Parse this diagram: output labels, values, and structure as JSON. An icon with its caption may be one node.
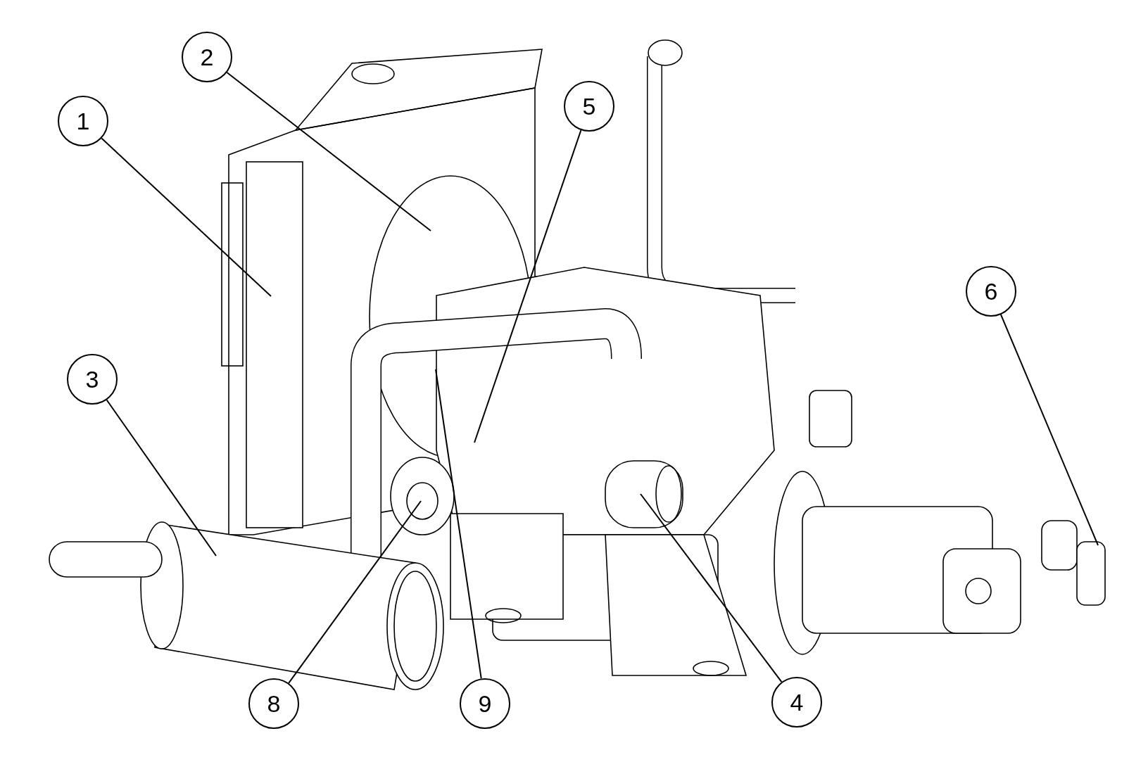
{
  "diagram": {
    "nodes": [
      {
        "text": [
          "1"
        ]
      },
      {
        "text": [
          "2"
        ]
      },
      {
        "text": [
          "3"
        ]
      },
      {
        "text": [
          "4"
        ]
      },
      {
        "text": [
          "5"
        ]
      },
      {
        "text": [
          "6"
        ]
      },
      {
        "text": [
          "8"
        ]
      },
      {
        "text": [
          "9"
        ]
      }
    ],
    "edges": [
      {
        "from": 0,
        "to": null,
        "arrow": "none"
      },
      {
        "from": 1,
        "to": null,
        "arrow": "none"
      },
      {
        "from": 2,
        "to": null,
        "arrow": "none"
      },
      {
        "from": 3,
        "to": null,
        "arrow": "none"
      },
      {
        "from": 4,
        "to": null,
        "arrow": "none"
      },
      {
        "from": 5,
        "to": null,
        "arrow": "none"
      },
      {
        "from": 6,
        "to": null,
        "arrow": "none"
      },
      {
        "from": 7,
        "to": null,
        "arrow": "none"
      }
    ]
  }
}
